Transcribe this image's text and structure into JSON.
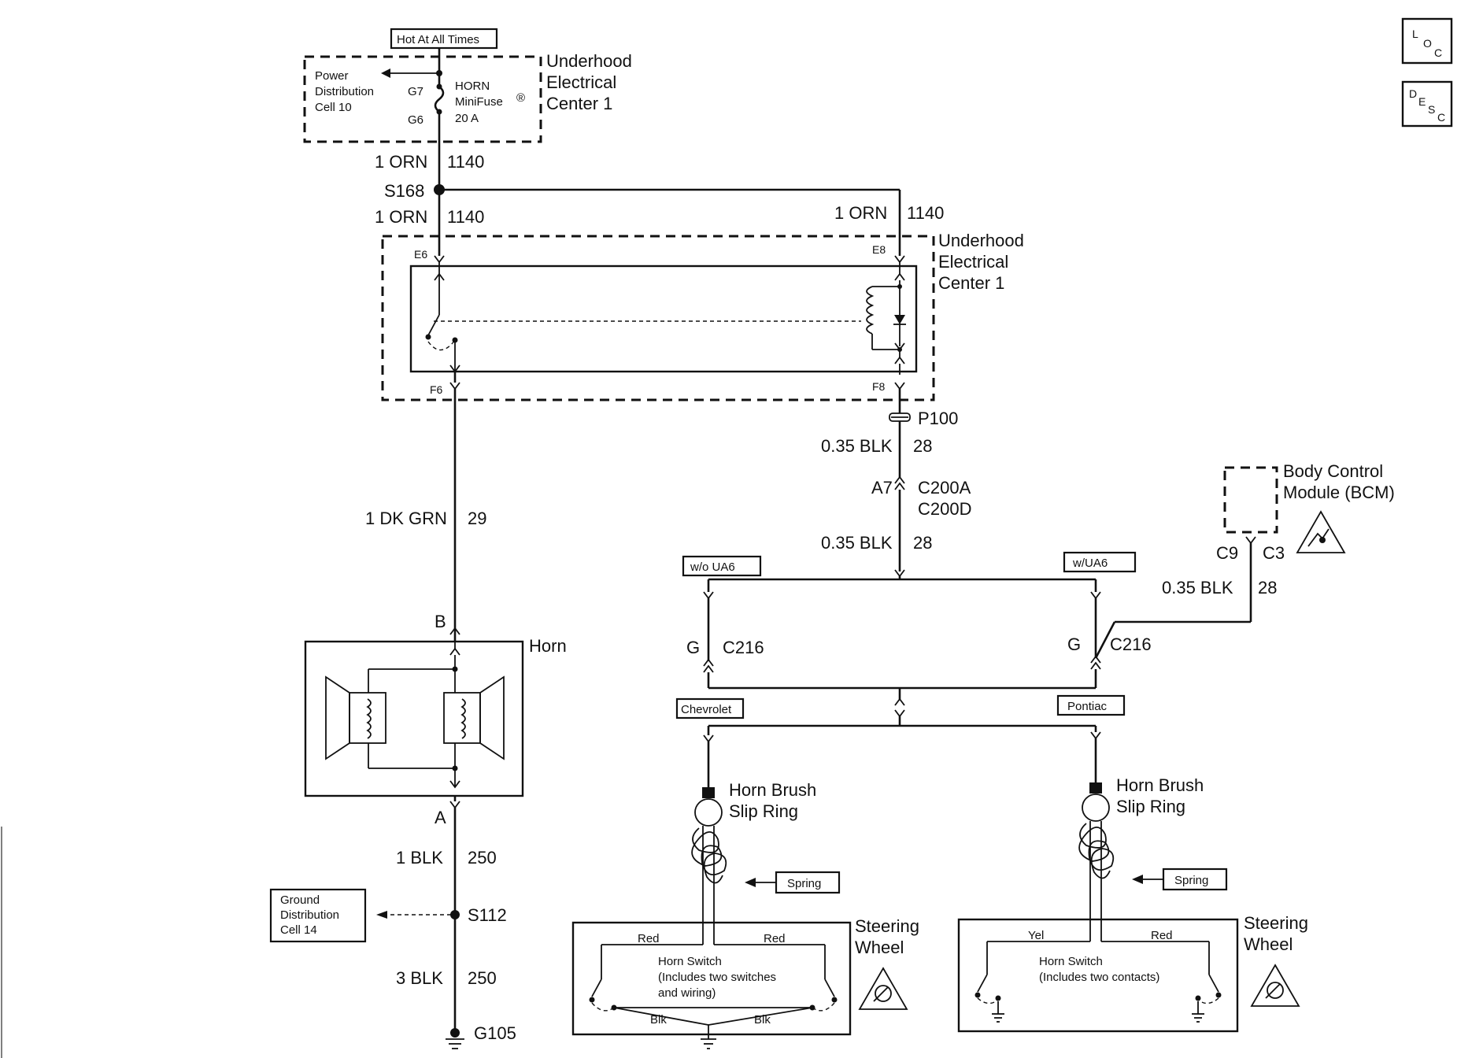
{
  "loc_icon": {
    "l": "L",
    "o": "O",
    "c": "C"
  },
  "desc_icon": {
    "d": "D",
    "e": "E",
    "s": "S",
    "c": "C"
  },
  "hot_at_all_times": "Hot At All Times",
  "uec1_top": {
    "line1": "Underhood",
    "line2": "Electrical",
    "line3": "Center 1"
  },
  "power_dist": {
    "line1": "Power",
    "line2": "Distribution",
    "line3": "Cell 10"
  },
  "fuse": {
    "pin_top": "G7",
    "pin_bottom": "G6",
    "name": "HORN",
    "type": "MiniFuse",
    "reg": "®",
    "rating": "20 A"
  },
  "wire_top": {
    "size_color": "1 ORN",
    "circuit": "1140"
  },
  "splice_s168": "S168",
  "wire_left_relay": {
    "size_color": "1 ORN",
    "circuit": "1140"
  },
  "wire_right_relay": {
    "size_color": "1 ORN",
    "circuit": "1140"
  },
  "uec1_relay": {
    "line1": "Underhood",
    "line2": "Electrical",
    "line3": "Center 1",
    "pin_e6": "E6",
    "pin_e8": "E8",
    "pin_f6": "F6",
    "pin_f8": "F8"
  },
  "p100": "P100",
  "wire_blk_a": {
    "size_color": "0.35 BLK",
    "circuit": "28"
  },
  "c200": {
    "pin": "A7",
    "name1": "C200A",
    "name2": "C200D"
  },
  "wire_blk_b": {
    "size_color": "0.35 BLK",
    "circuit": "28"
  },
  "wire_horn_feed": {
    "size_color": "1 DK GRN",
    "circuit": "29"
  },
  "horn": {
    "label": "Horn",
    "pin_b": "B",
    "pin_a": "A"
  },
  "wire_horn_ground": {
    "size_color": "1 BLK",
    "circuit": "250"
  },
  "ground_dist": {
    "line1": "Ground",
    "line2": "Distribution",
    "line3": "Cell 14"
  },
  "splice_s112": "S112",
  "wire_ground": {
    "size_color": "3 BLK",
    "circuit": "250"
  },
  "ground_g105": "G105",
  "option_without": "w/o UA6",
  "option_with": "w/UA6",
  "bcm": {
    "line1": "Body Control",
    "line2": "Module (BCM)",
    "pin_c9": "C9",
    "pin_c3": "C3"
  },
  "wire_bcm": {
    "size_color": "0.35 BLK",
    "circuit": "28"
  },
  "c216_left": {
    "pin": "G",
    "name": "C216"
  },
  "c216_right": {
    "pin": "G",
    "name": "C216"
  },
  "tag_chevrolet": "Chevrolet",
  "tag_pontiac": "Pontiac",
  "left_wheel": {
    "brush1": "Horn Brush",
    "brush2": "Slip Ring",
    "spring": "Spring",
    "title1": "Steering",
    "title2": "Wheel",
    "red_left": "Red",
    "red_right": "Red",
    "switch1": "Horn Switch",
    "switch2": "(Includes two switches",
    "switch3": "and wiring)",
    "blk_left": "Blk",
    "blk_right": "Blk"
  },
  "right_wheel": {
    "brush1": "Horn Brush",
    "brush2": "Slip Ring",
    "spring": "Spring",
    "title1": "Steering",
    "title2": "Wheel",
    "yel": "Yel",
    "red": "Red",
    "switch1": "Horn Switch",
    "switch2": "(Includes two contacts)"
  }
}
